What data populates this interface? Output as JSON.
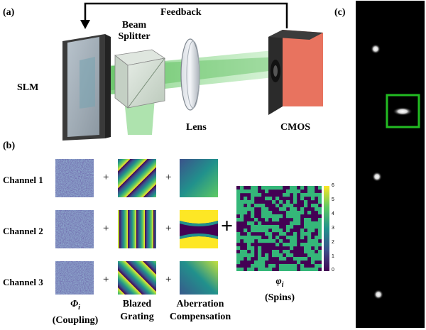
{
  "panels": {
    "a": "(a)",
    "b": "(b)",
    "c": "(c)"
  },
  "setup": {
    "feedback": "Feedback",
    "beam_splitter_line1": "Beam",
    "beam_splitter_line2": "Splitter",
    "slm": "SLM",
    "lens": "Lens",
    "cmos": "CMOS"
  },
  "channels": [
    "Channel 1",
    "Channel 2",
    "Channel 3"
  ],
  "plus": "+",
  "captions": {
    "phi_symbol": "Φ",
    "phi_sub": "i",
    "phi_paren": "(Coupling)",
    "blazed_line1": "Blazed",
    "blazed_line2": "Grating",
    "aberr_line1": "Aberration",
    "aberr_line2": "Compensation",
    "spins_symbol": "φ",
    "spins_sub": "i",
    "spins_paren": "(Spins)"
  },
  "colorbar": {
    "ticks": [
      "6",
      "5",
      "4",
      "3",
      "2",
      "1",
      "0"
    ],
    "colormap": "viridis",
    "range": [
      0,
      6
    ]
  },
  "camera_view": {
    "spot_count": 4,
    "highlighted_spot": 2,
    "highlight_color": "#22bb22"
  },
  "colors": {
    "beam": "#5ac25a",
    "cmos_body": "#e8735f",
    "slm_frame": "#505050"
  }
}
